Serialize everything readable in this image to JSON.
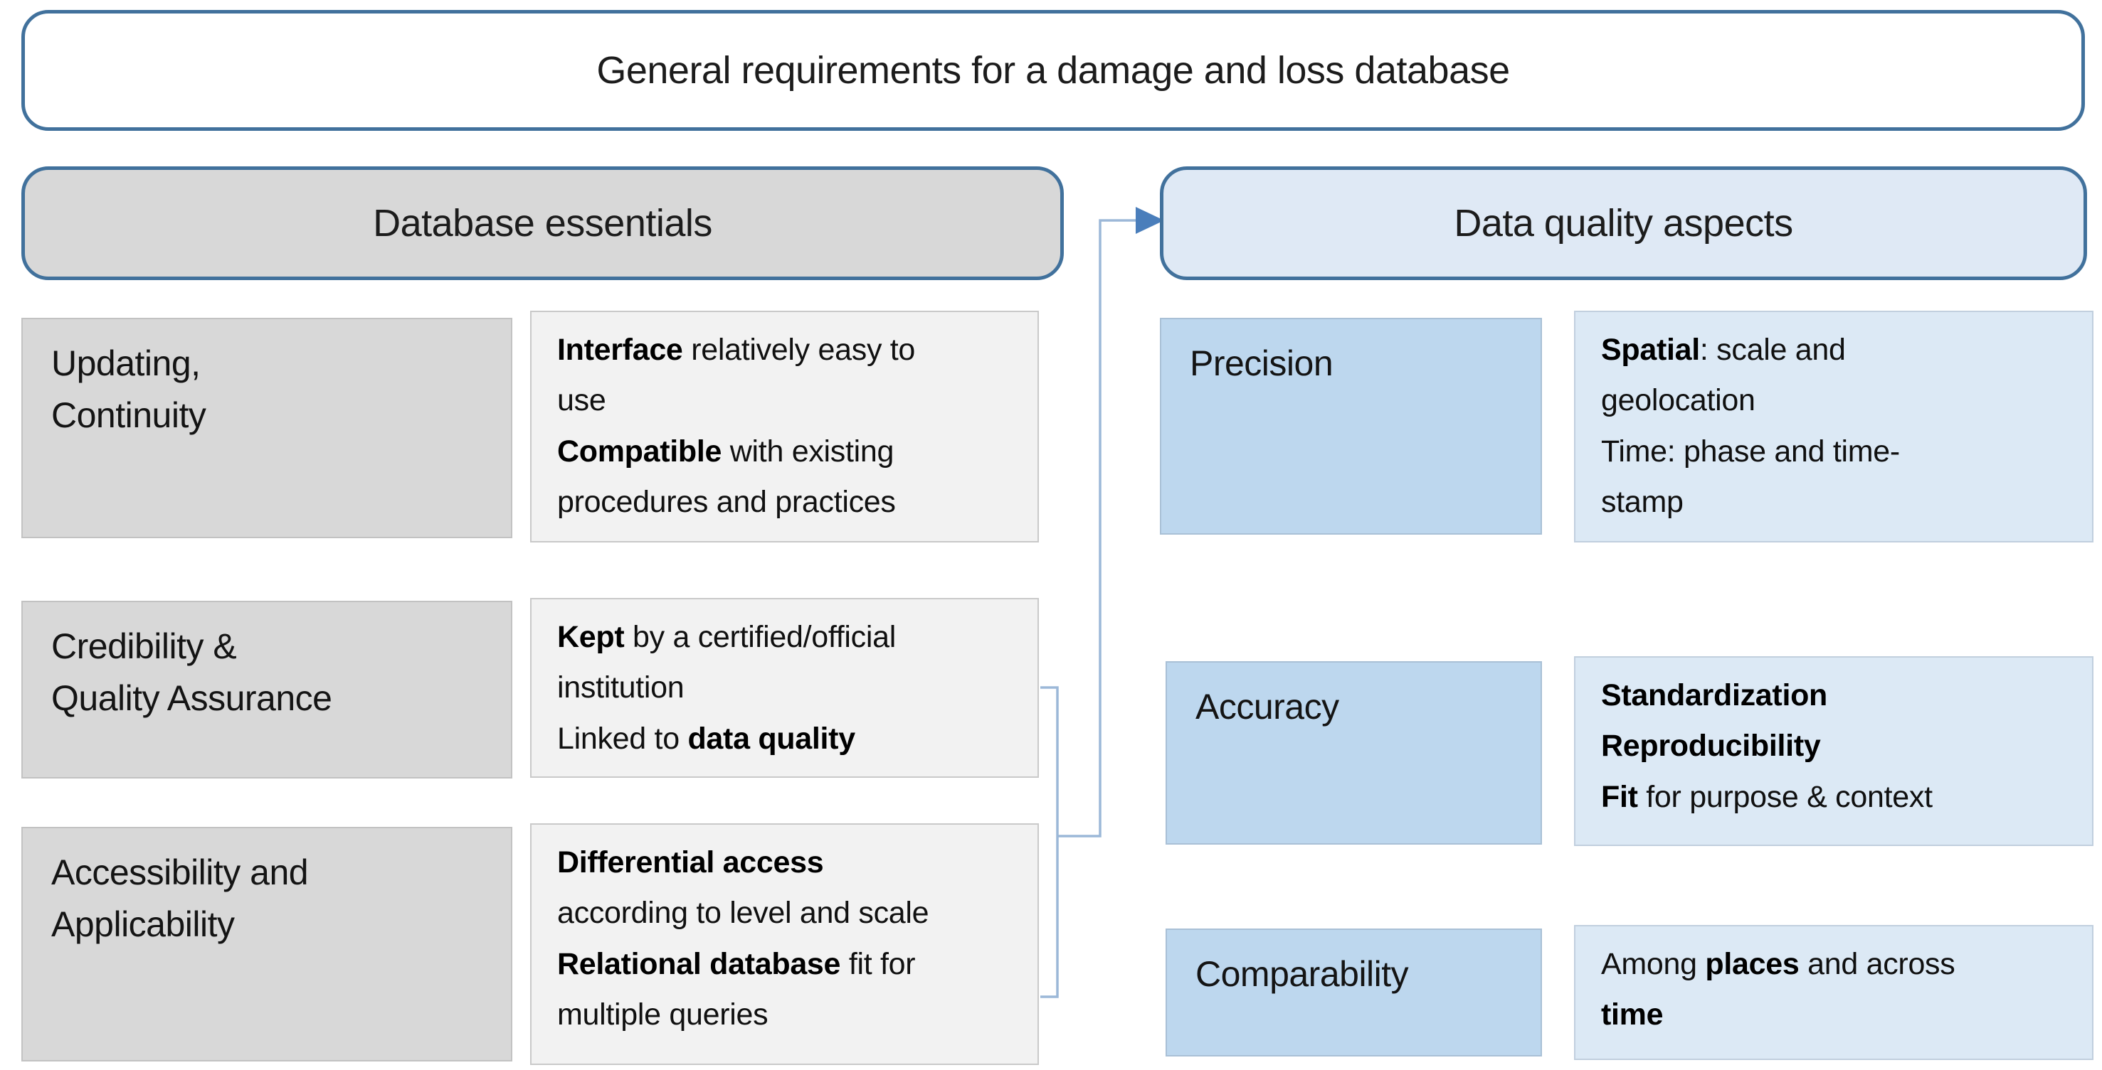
{
  "title": "General requirements for a damage and loss database",
  "colors": {
    "accent": "#41719c",
    "connector": "#9cb8d8",
    "arrow": "#4a7ebb",
    "gray_fill": "#d8d8d8",
    "gray_light": "#f2f2f2",
    "blue_fill": "#bdd7ee",
    "blue_light": "#dce9f5",
    "blue_header": "#dfe9f5"
  },
  "left_panel": {
    "header": "Database essentials",
    "rows": [
      {
        "label_lines": [
          [
            "Updating,"
          ],
          [
            "Continuity"
          ]
        ],
        "body_lines": [
          [
            {
              "t": "Interface",
              "b": true
            },
            " relatively easy to"
          ],
          [
            "use"
          ],
          [
            {
              "t": "Compatible",
              "b": true
            },
            " with existing"
          ],
          [
            "procedures and practices"
          ]
        ]
      },
      {
        "label_lines": [
          [
            "Credibility &"
          ],
          [
            "Quality Assurance"
          ]
        ],
        "body_lines": [
          [
            {
              "t": "Kept",
              "b": true
            },
            " by a certified/official"
          ],
          [
            "institution"
          ],
          [
            "Linked to ",
            {
              "t": "data quality",
              "b": true
            }
          ]
        ]
      },
      {
        "label_lines": [
          [
            "Accessibility and"
          ],
          [
            "Applicability"
          ]
        ],
        "body_lines": [
          [
            {
              "t": "Differential access",
              "b": true
            }
          ],
          [
            "according to level and scale"
          ],
          [
            {
              "t": "Relational database",
              "b": true
            },
            " fit for"
          ],
          [
            "multiple queries"
          ]
        ]
      }
    ]
  },
  "right_panel": {
    "header": "Data quality aspects",
    "rows": [
      {
        "label_lines": [
          [
            "Precision"
          ]
        ],
        "body_lines": [
          [
            {
              "t": "Spatial",
              "b": true
            },
            ": scale and"
          ],
          [
            "geolocation"
          ],
          [
            "Time: phase and time-"
          ],
          [
            "stamp"
          ]
        ]
      },
      {
        "label_lines": [
          [
            "Accuracy"
          ]
        ],
        "body_lines": [
          [
            {
              "t": "Standardization",
              "b": true
            }
          ],
          [
            {
              "t": "Reproducibility",
              "b": true
            }
          ],
          [
            {
              "t": "Fit",
              "b": true
            },
            " for purpose & context"
          ]
        ]
      },
      {
        "label_lines": [
          [
            "Comparability"
          ]
        ],
        "body_lines": [
          [
            "Among ",
            {
              "t": "places",
              "b": true
            },
            " and across"
          ],
          [
            {
              "t": "time",
              "b": true
            }
          ]
        ]
      }
    ]
  }
}
